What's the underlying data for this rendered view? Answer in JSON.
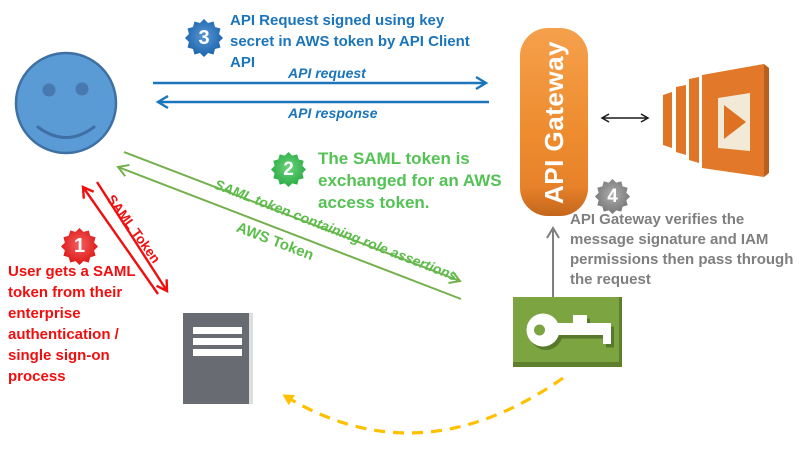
{
  "steps": [
    {
      "number": "1",
      "text": "User gets a SAML token from their enterprise authentication / single sign-on process",
      "color": "#F10E0E"
    },
    {
      "number": "2",
      "text": "The SAML token is exchanged for an AWS access token.",
      "color": "#54C254"
    },
    {
      "number": "3",
      "text": "API Request signed using key secret in AWS token by API Client API",
      "color": "#1B75BB"
    },
    {
      "number": "4",
      "text": "API Gateway verifies the message signature and IAM permissions then pass through the request",
      "color": "#7F7F7F"
    }
  ],
  "nodes": {
    "api_gateway_label": "API Gateway"
  },
  "arrow_labels": {
    "api_request": "API request",
    "api_response": "API response",
    "saml_role_assertions": "SAML token containing role assertions",
    "aws_token": "AWS Token",
    "saml_token": "SAML Token"
  },
  "icons": {
    "user": "smiley-face-icon",
    "api_gateway": "api-gateway-pill",
    "lambda": "aws-lambda-icon",
    "identity_server": "enterprise-server-icon",
    "access_key": "access-key-icon"
  },
  "colors": {
    "blue": "#1B75BB",
    "green_badge": "#2BAE47",
    "green_text": "#54C254",
    "green_arrow": "#74B04C",
    "red": "#F10E0E",
    "gray": "#7F7F7F",
    "black_arrow": "#1A1A1A",
    "gateway_orange": "#EC8A30",
    "lambda_orange": "#E1782A",
    "key_green": "#7CA440",
    "server_gray": "#686C72",
    "yellow_dashed": "#FFC000",
    "smiley_fill": "#5B9BD5",
    "smiley_stroke": "#3E6FA5"
  }
}
